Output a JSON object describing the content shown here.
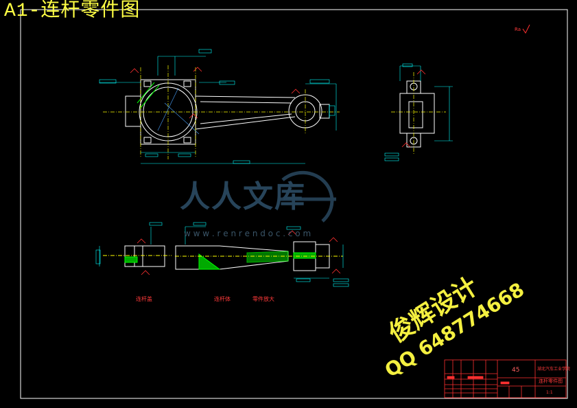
{
  "sheet": {
    "title": "A1-连杆零件图",
    "ra_mark": "Ra",
    "check_glyph": "✓"
  },
  "views": {
    "section_left_label": "连杆盖",
    "section_mid_label": "连杆体",
    "section_right_label": "零件放大"
  },
  "watermark": {
    "site_cn": "人人文库",
    "site_url": "w w w . r e n r e n d o c . c o m"
  },
  "signature": {
    "line1": "俊辉设计",
    "line2": "QQ 648774668"
  },
  "title_block": {
    "material": "45",
    "school": "湖北汽车工业学院",
    "drawing_name": "连杆零件图",
    "scale": "1:1"
  },
  "colors": {
    "background": "#000000",
    "outline": "#ffffff",
    "center_line": "#ffff00",
    "dimension": "#00ffff",
    "annotation": "#ff3030",
    "hatch": "#00ff00",
    "frame": "#ffffff"
  }
}
